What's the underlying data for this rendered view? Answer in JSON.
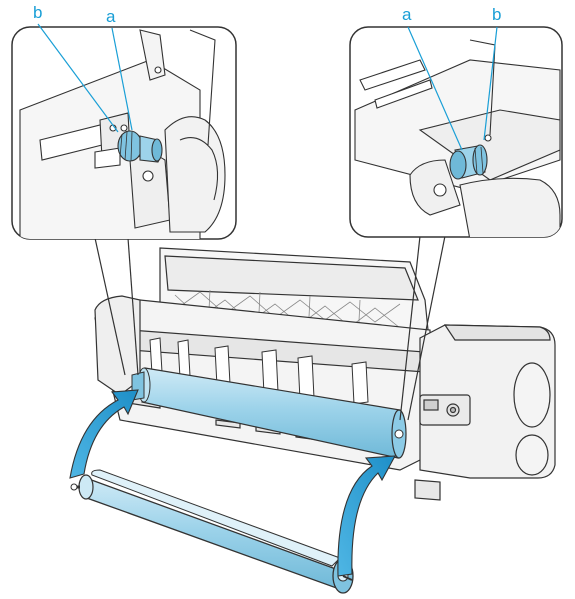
{
  "callouts": {
    "left": {
      "label_b": "b",
      "label_a": "a"
    },
    "right": {
      "label_a": "a",
      "label_b": "b"
    }
  },
  "colors": {
    "accent_label": "#1a9fd6",
    "roll_blue": "#9dd3ea",
    "arrow_blue": "#2ea3d9",
    "outline": "#333333"
  },
  "icons": [
    "roll-holder-icon",
    "insert-arrow-icon",
    "printer-illustration"
  ]
}
